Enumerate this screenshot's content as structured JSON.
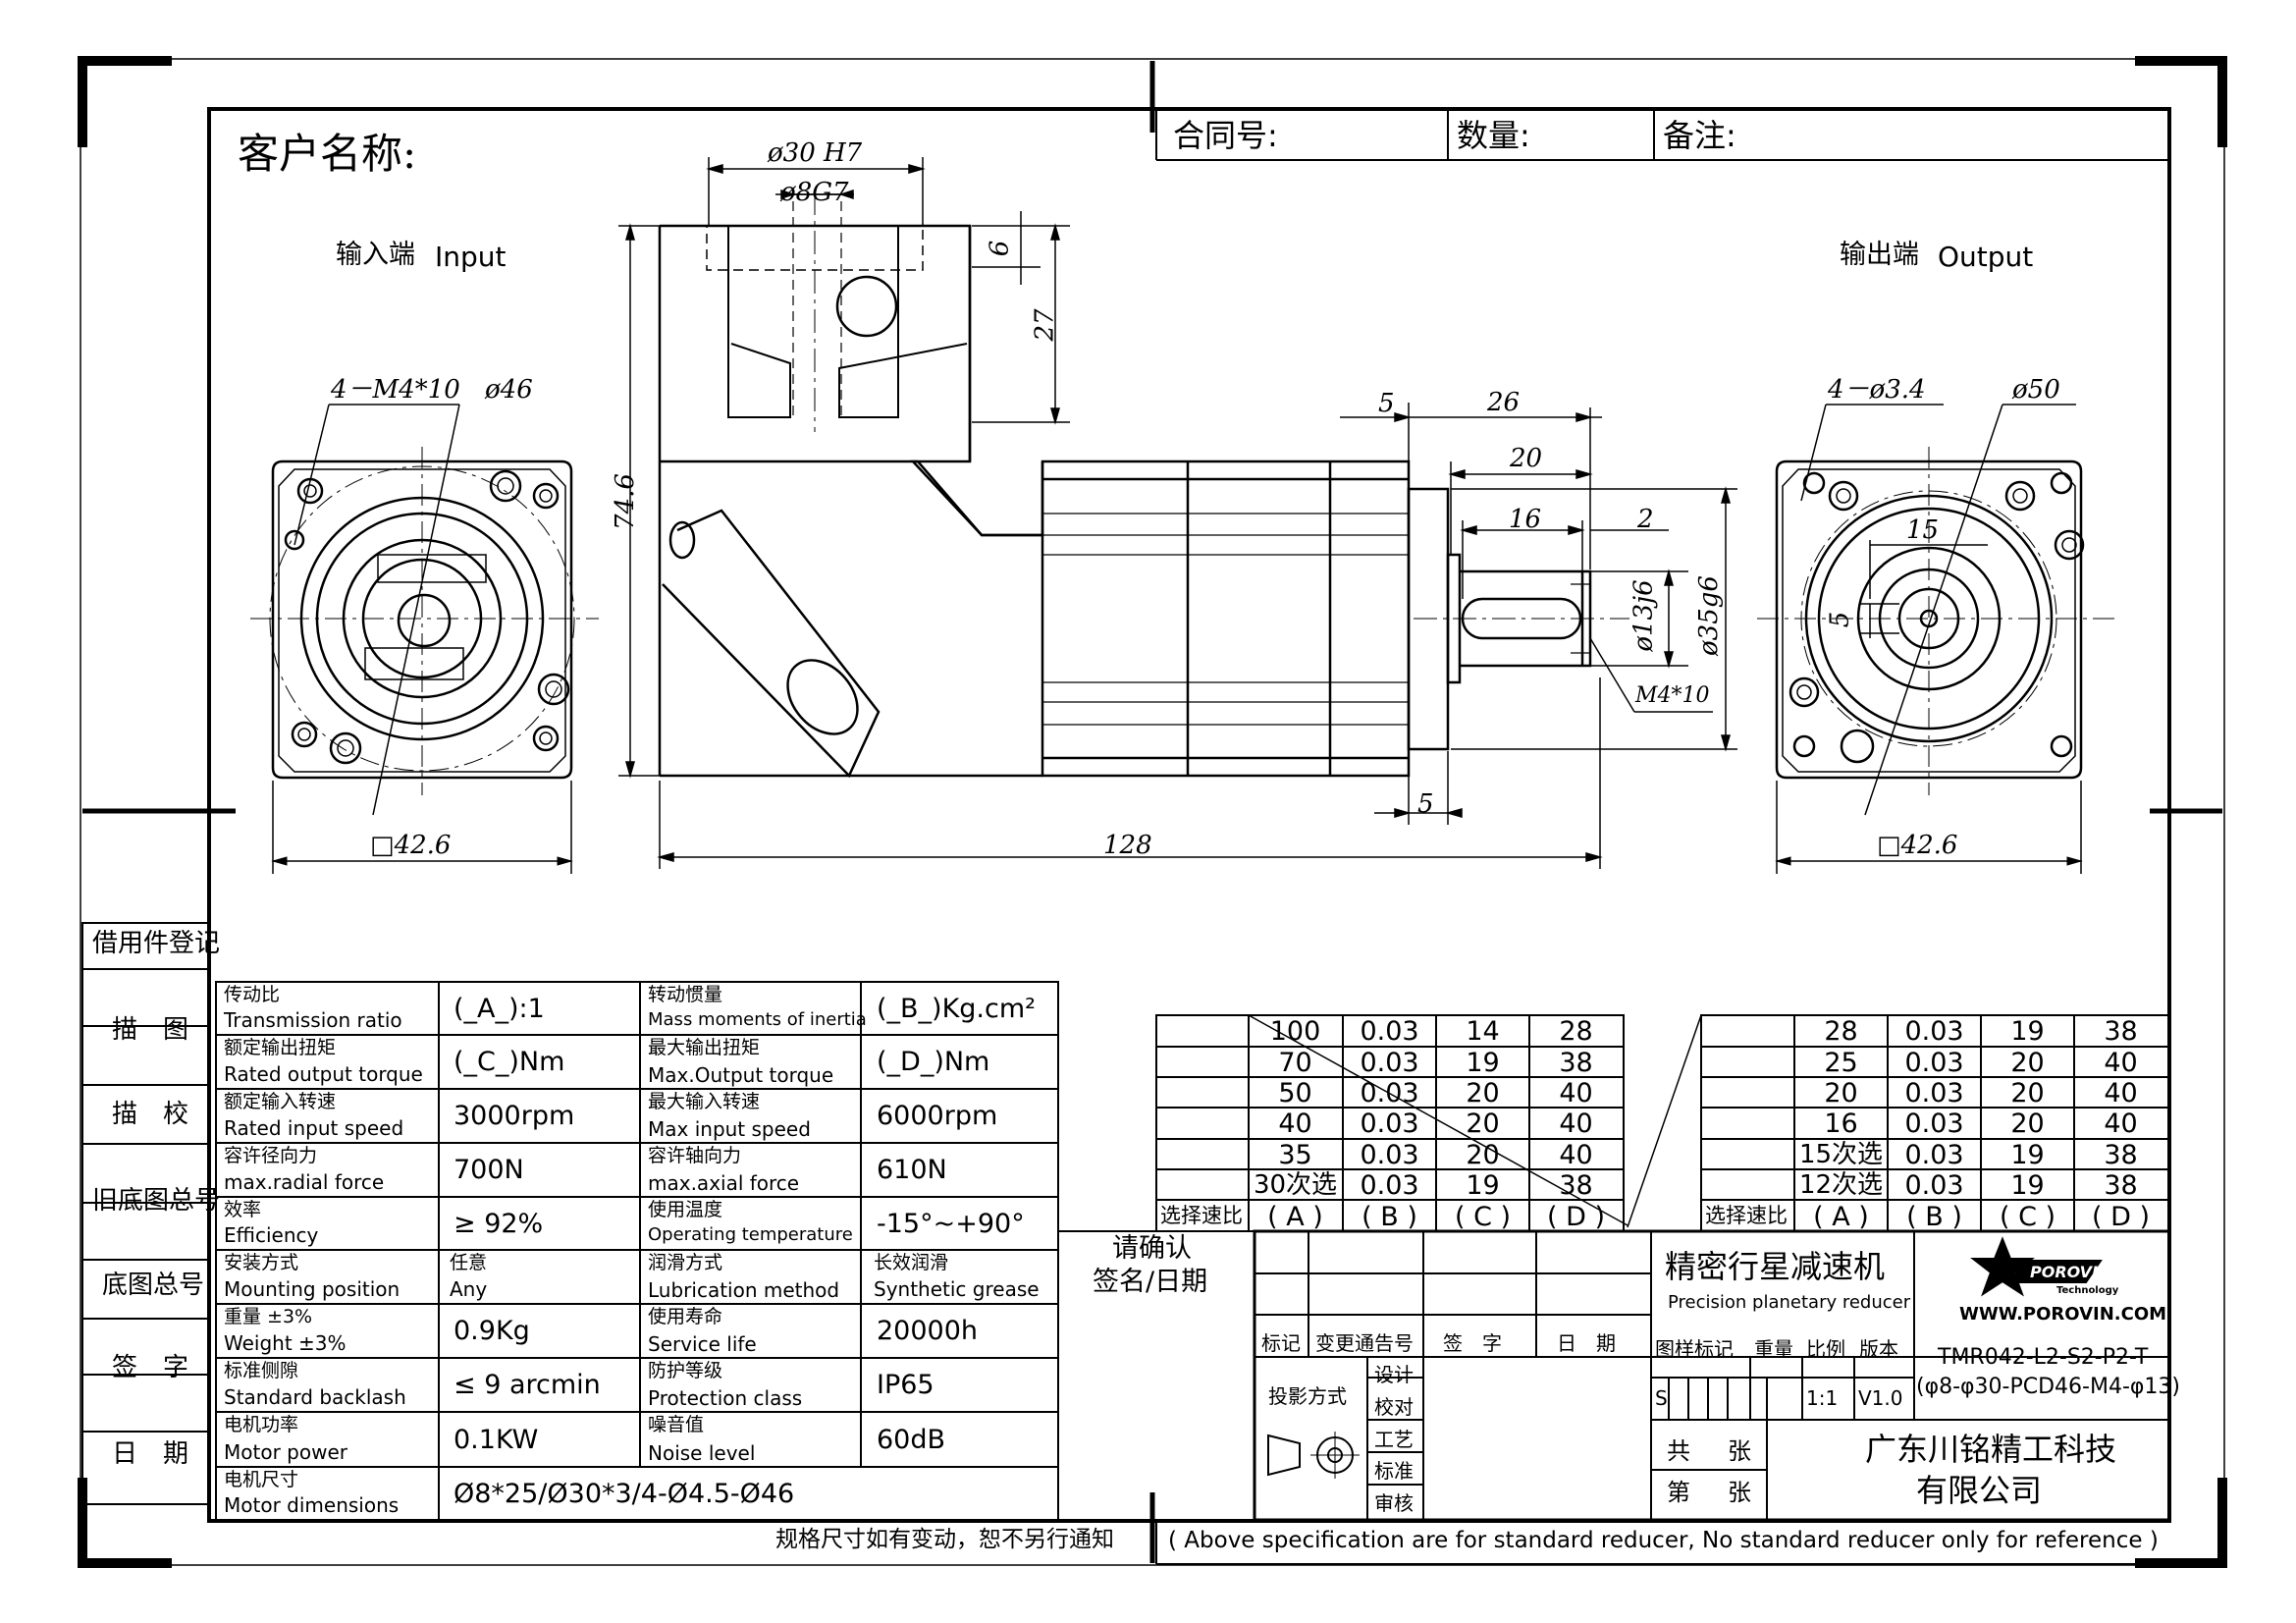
{
  "header": {
    "customer_label": "客户名称:",
    "contract_label": "合同号:",
    "quantity_label": "数量:",
    "remark_label": "备注:"
  },
  "views": {
    "input_label_zh": "输入端",
    "input_label_en": "Input",
    "output_label_zh": "输出端",
    "output_label_en": "Output"
  },
  "dimensions": {
    "bore_h7": "ø30 H7",
    "bore_g7": "ø8G7",
    "d6": "6",
    "d27": "27",
    "d74_6": "74.6",
    "in_holes": "4－M4*10",
    "in_pcd": "ø46",
    "in_square": "□42.6",
    "len128": "128",
    "d5_top": "5",
    "d26": "26",
    "d20": "20",
    "d16": "16",
    "d2": "2",
    "shaft_13": "ø13j6",
    "pilot_35": "ø35g6",
    "thread": "M4*10",
    "d5_bottom": "5",
    "out_holes": "4－ø3.4",
    "out_pcd": "ø50",
    "key15": "15",
    "key5": "5",
    "out_square": "□42.6"
  },
  "side_block": {
    "items": [
      "借用件登记",
      "描　图",
      "描　校",
      "旧底图总号",
      "底图总号",
      "签　字",
      "日　期"
    ]
  },
  "specs": [
    {
      "zh1": "传动比",
      "en1": "Transmission ratio",
      "v1": "(_A_):1",
      "zh2": "转动惯量",
      "en2": "Mass moments of inertia",
      "v2": "(_B_)Kg.cm²"
    },
    {
      "zh1": "额定输出扭矩",
      "en1": "Rated output torque",
      "v1": "(_C_)Nm",
      "zh2": "最大输出扭矩",
      "en2": "Max.Output torque",
      "v2": "(_D_)Nm"
    },
    {
      "zh1": "额定输入转速",
      "en1": "Rated input speed",
      "v1": "3000rpm",
      "zh2": "最大输入转速",
      "en2": "Max input speed",
      "v2": "6000rpm"
    },
    {
      "zh1": "容许径向力",
      "en1": "max.radial force",
      "v1": "700N",
      "zh2": "容许轴向力",
      "en2": "max.axial force",
      "v2": "610N"
    },
    {
      "zh1": "效率",
      "en1": "Efficiency",
      "v1": "≥ 92%",
      "zh2": "使用温度",
      "en2": "Operating temperature",
      "v2": "-15°~+90°"
    },
    {
      "zh1": "安装方式",
      "en1": "Mounting position",
      "v1": "任意|Any",
      "zh2": "润滑方式",
      "en2": "Lubrication method",
      "v2": "长效润滑|Synthetic grease"
    },
    {
      "zh1": "重量 ±3%",
      "en1": "Weight ±3%",
      "v1": "0.9Kg",
      "zh2": "使用寿命",
      "en2": "Service life",
      "v2": "20000h"
    },
    {
      "zh1": "标准侧隙",
      "en1": "Standard backlash",
      "v1": "≤ 9 arcmin",
      "zh2": "防护等级",
      "en2": "Protection class",
      "v2": "IP65"
    },
    {
      "zh1": "电机功率",
      "en1": "Motor power",
      "v1": "0.1KW",
      "zh2": "噪音值",
      "en2": "Noise level",
      "v2": "60dB"
    },
    {
      "zh1": "电机尺寸",
      "en1": "Motor dimensions",
      "v1": "Ø8*25/Ø30*3/4-Ø4.5-Ø46",
      "zh2": "",
      "en2": "",
      "v2": ""
    }
  ],
  "ratio_table_left": {
    "rows": [
      [
        "100",
        "0.03",
        "14",
        "28"
      ],
      [
        "70",
        "0.03",
        "19",
        "38"
      ],
      [
        "50",
        "0.03",
        "20",
        "40"
      ],
      [
        "40",
        "0.03",
        "20",
        "40"
      ],
      [
        "35",
        "0.03",
        "20",
        "40"
      ],
      [
        "30次选",
        "0.03",
        "19",
        "38"
      ]
    ],
    "select_label": "选择速比",
    "cols": [
      "( A )",
      "( B )",
      "( C )",
      "( D )"
    ]
  },
  "ratio_table_right": {
    "rows": [
      [
        "28",
        "0.03",
        "19",
        "38"
      ],
      [
        "25",
        "0.03",
        "20",
        "40"
      ],
      [
        "20",
        "0.03",
        "20",
        "40"
      ],
      [
        "16",
        "0.03",
        "20",
        "40"
      ],
      [
        "15次选",
        "0.03",
        "19",
        "38"
      ],
      [
        "12次选",
        "0.03",
        "19",
        "38"
      ]
    ],
    "select_label": "选择速比",
    "cols": [
      "( A )",
      "( B )",
      "( C )",
      "( D )"
    ]
  },
  "title_block": {
    "confirm1": "请确认",
    "confirm2": "签名/日期",
    "product_zh": "精密行星减速机",
    "product_en": "Precision planetary reducer",
    "brand": "POROVIN",
    "brand_sub": "Technology",
    "website": "WWW.POROVIN.COM",
    "h_mark": "标记",
    "h_change": "变更通告号",
    "h_sign": "签　字",
    "h_date": "日　期",
    "projection": "投影方式",
    "design": "设计",
    "check": "校对",
    "process": "工艺",
    "standard": "标准",
    "review": "审核",
    "sample_mark": "图样标记",
    "weight": "重量",
    "scale": "比例",
    "version": "版本",
    "s": "S",
    "scale_val": "1:1",
    "version_val": "V1.0",
    "model1": "TMR042-L2-S2-P2-T",
    "model2": "(φ8-φ30-PCD46-M4-φ13)",
    "total": "共",
    "sheet_no": "第",
    "sheets": "张",
    "sheets2": "张",
    "company1": "广东川铭精工科技",
    "company2": "有限公司"
  },
  "footer": {
    "note_zh": "规格尺寸如有变动，恕不另行通知",
    "note_en": "( Above specification are for standard reducer, No standard reducer only for reference )"
  }
}
